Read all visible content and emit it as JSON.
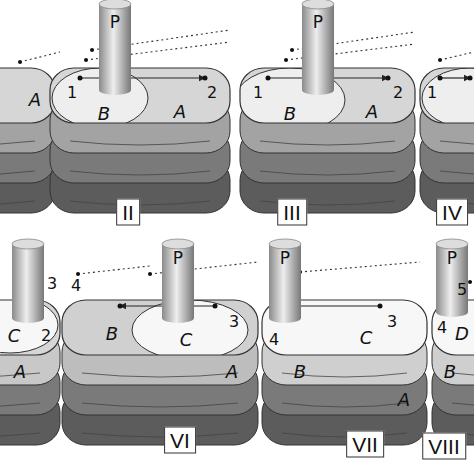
{
  "diagram": {
    "labels": [
      "A",
      "P",
      "1",
      "B",
      "2",
      "A",
      "II",
      "P",
      "1",
      "B",
      "2",
      "A",
      "III",
      "1",
      "IV",
      "3",
      "2",
      "C",
      "A",
      "P",
      "4",
      "B",
      "3",
      "C",
      "A",
      "VI",
      "P",
      "4",
      "3",
      "B",
      "C",
      "A",
      "VII",
      "P",
      "5",
      "4",
      "D",
      "B",
      "VIII"
    ]
  }
}
